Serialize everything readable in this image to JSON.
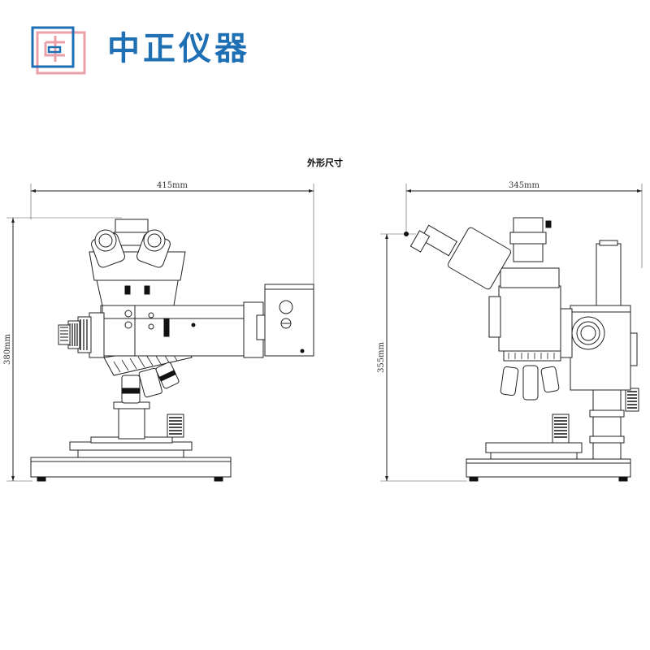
{
  "brand": {
    "name": "中正仪器",
    "logo_icon": "zhongzheng-logo-icon",
    "colors": {
      "brand_blue": "#1f6fb5",
      "logo_pink": "#e9a0a8"
    }
  },
  "drawing": {
    "title": "外形尺寸",
    "front_view": {
      "width_label": "415mm",
      "height_label": "380mm"
    },
    "side_view": {
      "width_label": "345mm",
      "height_label": "355mm"
    }
  }
}
